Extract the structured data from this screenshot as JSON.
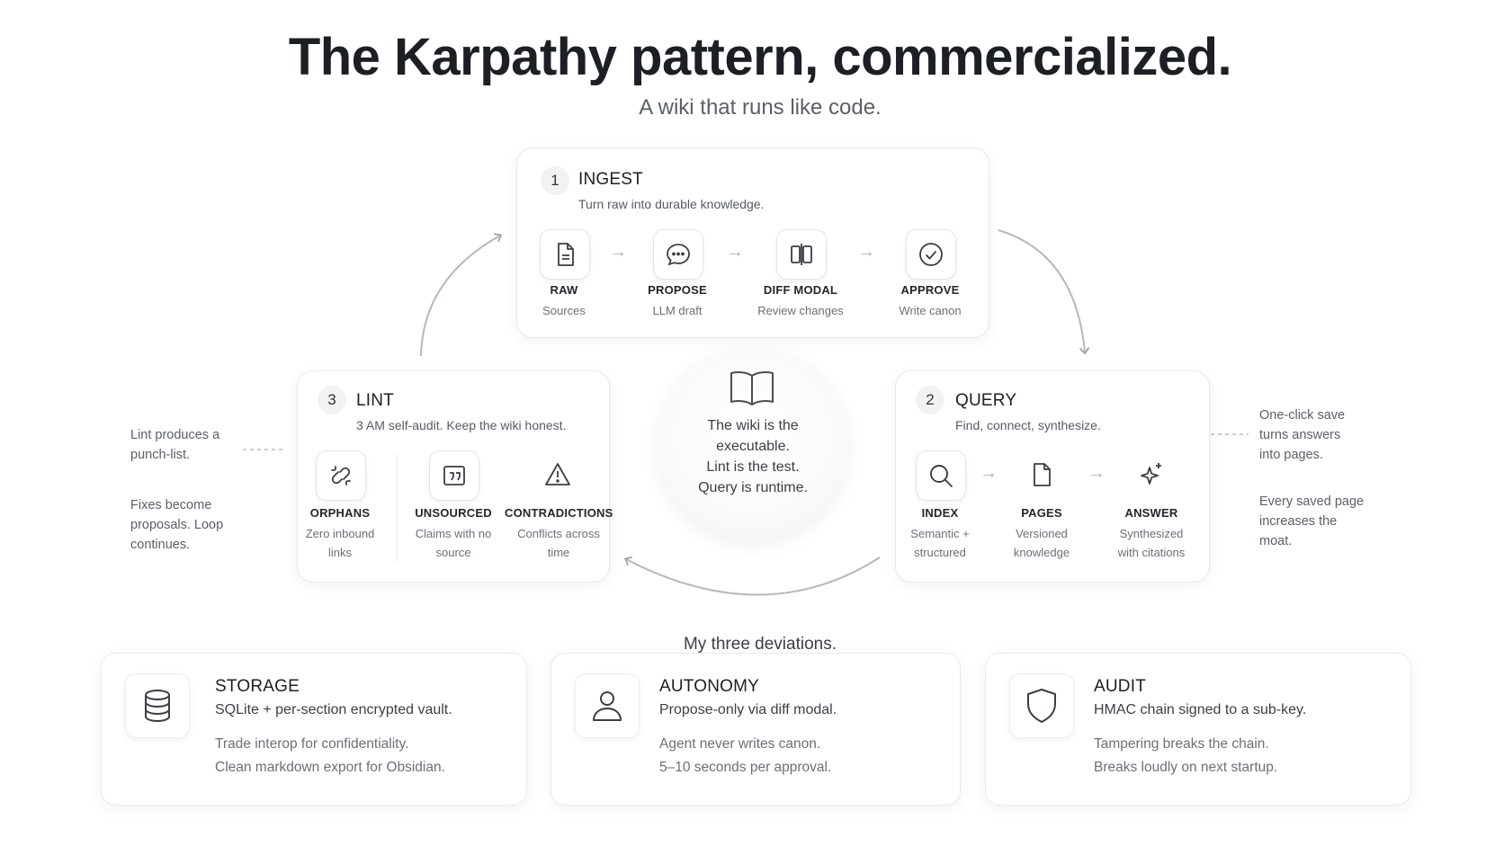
{
  "header": {
    "title": "The Karpathy pattern, commercialized.",
    "subtitle": "A wiki that runs like code."
  },
  "ingest": {
    "num": "1",
    "title": "INGEST",
    "sub": "Turn raw into durable knowledge.",
    "items": [
      {
        "label": "RAW",
        "desc": "Sources",
        "icon": "document-icon"
      },
      {
        "label": "PROPOSE",
        "desc": "LLM draft",
        "icon": "chat-bubble-icon"
      },
      {
        "label": "DIFF MODAL",
        "desc": "Review changes",
        "icon": "split-columns-icon"
      },
      {
        "label": "APPROVE",
        "desc": "Write canon",
        "icon": "check-circle-icon"
      }
    ]
  },
  "query": {
    "num": "2",
    "title": "QUERY",
    "sub": "Find, connect, synthesize.",
    "items": [
      {
        "label": "INDEX",
        "desc1": "Semantic +",
        "desc2": "structured",
        "icon": "search-icon"
      },
      {
        "label": "PAGES",
        "desc1": "Versioned",
        "desc2": "knowledge",
        "icon": "page-icon"
      },
      {
        "label": "ANSWER",
        "desc1": "Synthesized",
        "desc2": "with citations",
        "icon": "sparkle-icon"
      }
    ]
  },
  "lint": {
    "num": "3",
    "title": "LINT",
    "sub": "3 AM self-audit. Keep the wiki honest.",
    "items": [
      {
        "label": "ORPHANS",
        "desc1": "Zero inbound",
        "desc2": "links",
        "icon": "broken-link-icon"
      },
      {
        "label": "UNSOURCED",
        "desc1": "Claims with no",
        "desc2": "source",
        "icon": "quote-icon"
      },
      {
        "label": "CONTRADICTIONS",
        "desc1": "Conflicts across",
        "desc2": "time",
        "icon": "warning-icon"
      }
    ]
  },
  "center": {
    "line1": "The wiki is the",
    "line2": "executable.",
    "line3": "Lint is the test.",
    "line4": "Query is runtime."
  },
  "notes": {
    "left1": [
      "Lint produces a",
      "punch-list."
    ],
    "left2": [
      "Fixes become",
      "proposals. Loop",
      "continues."
    ],
    "right1": [
      "One-click save",
      "turns answers",
      "into pages."
    ],
    "right2": [
      "Every saved page",
      "increases the",
      "moat."
    ]
  },
  "deviations": {
    "heading": "My three deviations.",
    "cards": [
      {
        "title": "STORAGE",
        "sub": "SQLite + per-section encrypted vault.",
        "l1": "Trade interop for confidentiality.",
        "l2": "Clean markdown export for Obsidian.",
        "icon": "database-icon"
      },
      {
        "title": "AUTONOMY",
        "sub": "Propose-only via diff modal.",
        "l1": "Agent never writes canon.",
        "l2": "5–10 seconds per approval.",
        "icon": "user-icon"
      },
      {
        "title": "AUDIT",
        "sub": "HMAC chain signed to a sub-key.",
        "l1": "Tampering breaks the chain.",
        "l2": "Breaks loudly on next startup.",
        "icon": "shield-icon"
      }
    ]
  }
}
